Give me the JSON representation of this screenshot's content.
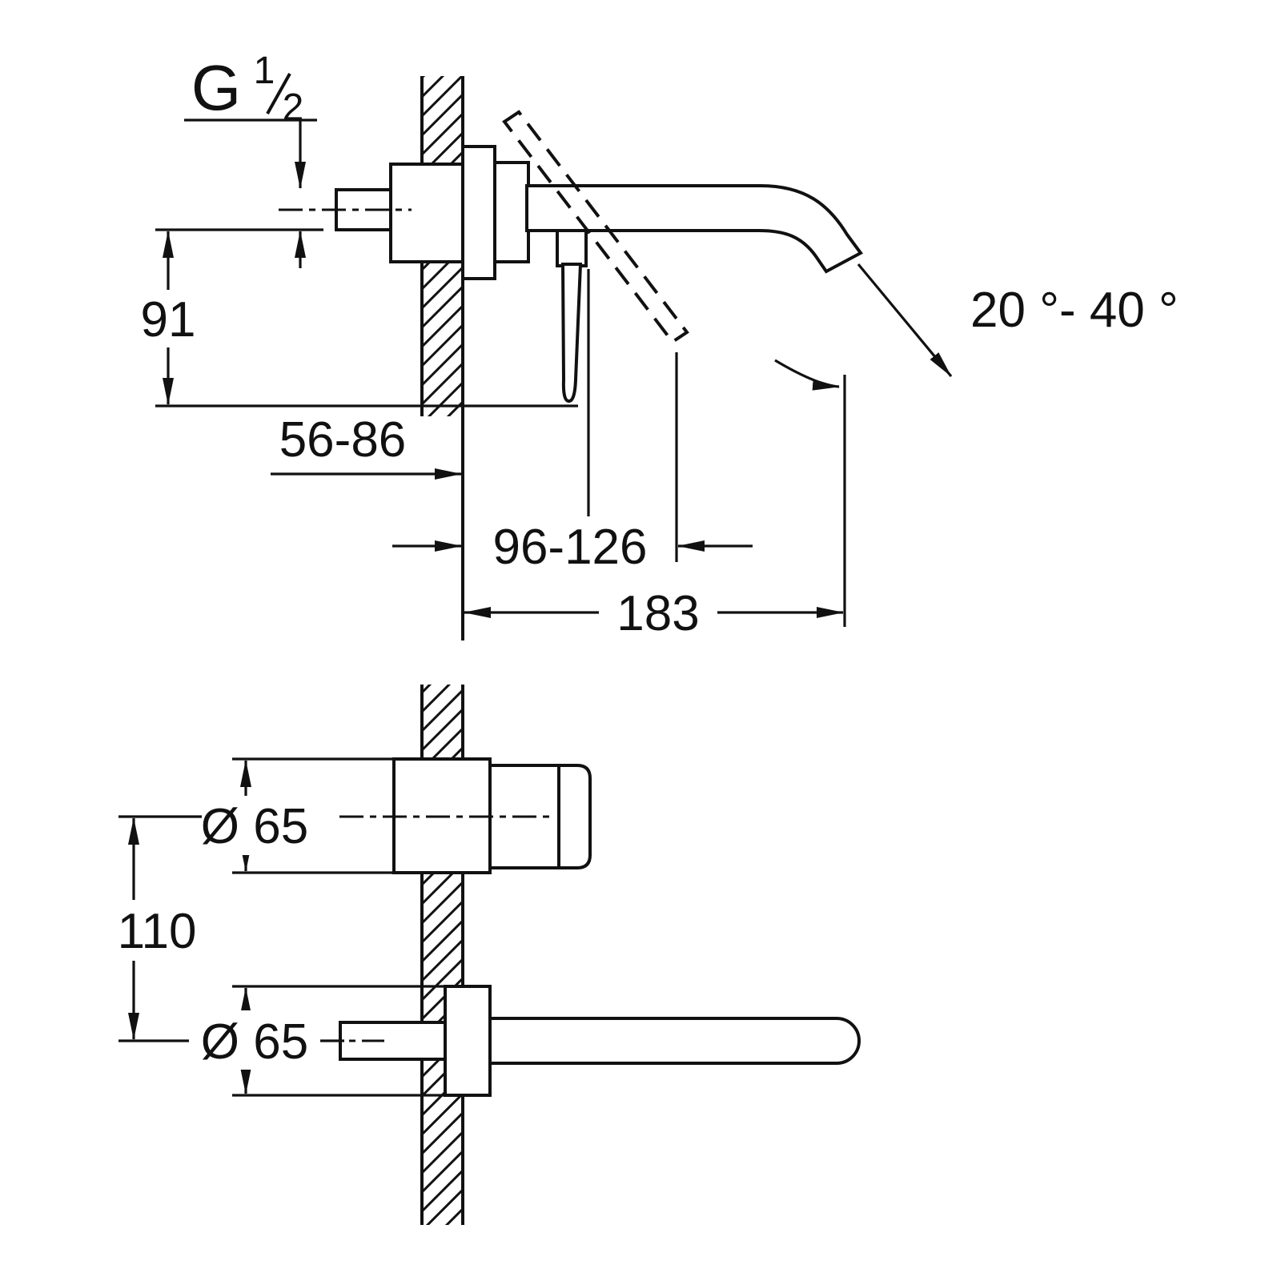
{
  "figure": {
    "kind": "technical-dimension-diagram",
    "subject": "wall-mounted-two-hole-basin-mixer",
    "views": [
      "side-elevation",
      "front-elevation"
    ]
  },
  "labels": {
    "thread_g": "G",
    "thread_num": "1",
    "thread_den": "2",
    "dim_91": "91",
    "dim_56_86": "56-86",
    "dim_96_126": "96-126",
    "dim_183": "183",
    "dim_angle": "20 °- 40 °",
    "dim_dia_top": "Ø 65",
    "dim_110": "110",
    "dim_dia_bottom": "Ø 65"
  },
  "colors": {
    "line": "#111111",
    "background": "#ffffff"
  }
}
